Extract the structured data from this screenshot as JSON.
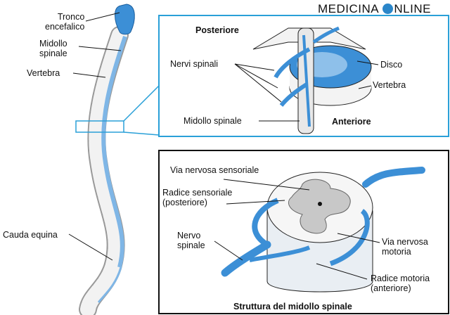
{
  "brand": {
    "part1": "MEDICINA ",
    "part2": "NLINE"
  },
  "labels": {
    "tronco": [
      "Tronco",
      "encefalico"
    ],
    "midollo": [
      "Midollo",
      "spinale"
    ],
    "vertebra_left": "Vertebra",
    "cauda": "Cauda equina",
    "posteriore": "Posteriore",
    "nervi": "Nervi spinali",
    "disco": "Disco",
    "vertebra_right": "Vertebra",
    "midollo_spinale": "Midollo spinale",
    "anteriore": "Anteriore",
    "via_sensoriale": "Via nervosa sensoriale",
    "radice_sensoriale": [
      "Radice sensoriale",
      "(posteriore)"
    ],
    "nervo_spinale": [
      "Nervo",
      "spinale"
    ],
    "via_motoria": [
      "Via nervosa",
      "motoria"
    ],
    "radice_motoria": [
      "Radice motoria",
      "(anteriore)"
    ],
    "caption": "Struttura del midollo spinale"
  },
  "colors": {
    "nerve_blue": "#3c8fd6",
    "box_blue": "#2aa0d8",
    "bone": "#f4f4f4",
    "grey_matter": "#c8c8c8"
  }
}
